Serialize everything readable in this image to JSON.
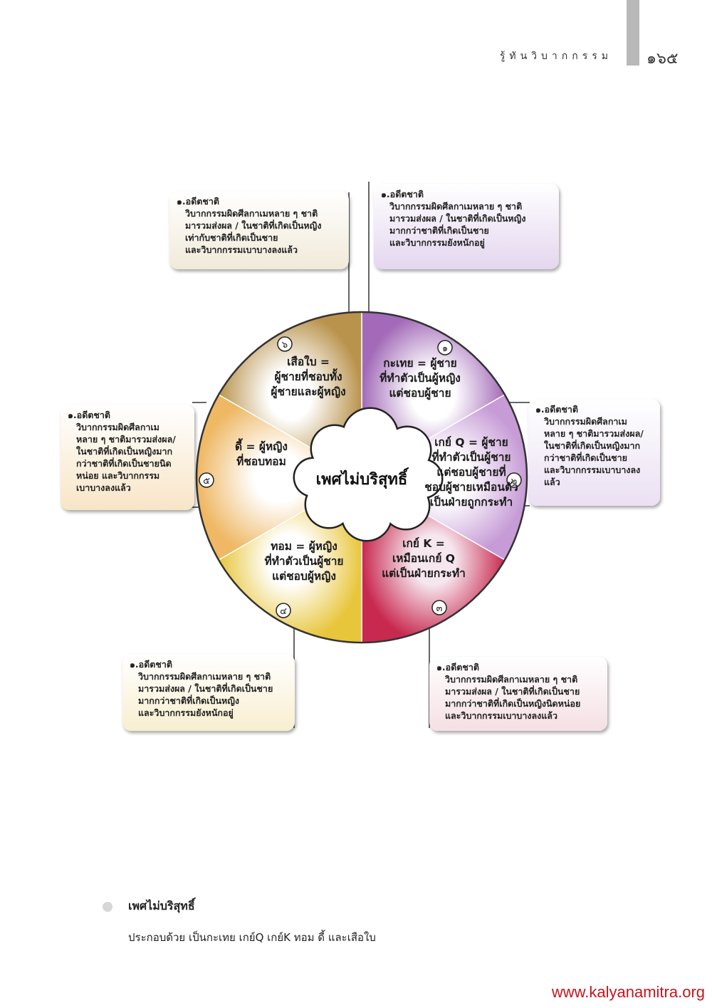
{
  "header": {
    "title": "รู้ทันวิบากกรรม",
    "page_number": "๑๖๕"
  },
  "diagram": {
    "center_label": "เพศไม่บริสุทธิ์",
    "segments": [
      {
        "number": "๑",
        "lines": [
          "กะเทย = ผู้ชาย",
          "ที่ทำตัวเป็นผู้หญิง",
          "แต่ชอบผู้ชาย"
        ],
        "color": "#b07bc0"
      },
      {
        "number": "๒",
        "lines": [
          "เกย์ Q = ผู้ชาย",
          "ที่ทำตัวเป็นผู้ชาย",
          "แต่ชอบผู้ชายที่",
          "ชอบผู้ชายเหมือนตัว",
          "เป็นฝ่ายถูกกระทำ"
        ],
        "color": "#c9a3d6"
      },
      {
        "number": "๓",
        "lines": [
          "เกย์ K =",
          "เหมือนเกย์ Q",
          "แต่เป็นฝ่ายกระทำ"
        ],
        "color": "#cf3f5e"
      },
      {
        "number": "๔",
        "lines": [
          "ทอม = ผู้หญิง",
          "ที่ทำตัวเป็นผู้ชาย",
          "แต่ชอบผู้หญิง"
        ],
        "color": "#ebcf4e"
      },
      {
        "number": "๕",
        "lines": [
          "ดี้ = ผู้หญิง",
          "ที่ชอบทอม"
        ],
        "color": "#f1c27a"
      },
      {
        "number": "๖",
        "lines": [
          "เสือใบ =",
          "ผู้ชายที่ชอบทั้ง",
          "ผู้ชายและผู้หญิง"
        ],
        "color": "#c2a05a"
      }
    ],
    "boxes": [
      {
        "heading": "๑.อดีตชาติ",
        "body": "วิบากกรรมผิดศีลกาเมหลาย ๆ ชาติ\nมารวมส่งผล / ในชาติที่เกิดเป็นหญิง\nมากกว่าชาติที่เกิดเป็นชาย\nและวิบากกรรมยังหนักอยู่",
        "color": "#e4d6ef"
      },
      {
        "heading": "๑.อดีตชาติ",
        "body": "วิบากกรรมผิดศีลกาเม\nหลาย ๆ ชาติมารวมส่งผล/\nในชาติที่เกิดเป็นหญิงมาก\nกว่าชาติที่เกิดเป็นชาย\nและวิบากกรรมเบาบางลง\nแล้ว",
        "color": "#ebe0f3"
      },
      {
        "heading": "๑.อดีตชาติ",
        "body": "วิบากกรรมผิดศีลกาเมหลาย ๆ ชาติ\nมารวมส่งผล / ในชาติที่เกิดเป็นชาย\nมากกว่าชาติที่เกิดเป็นหญิงนิดหน่อย\nและวิบากกรรมเบาบางลงแล้ว",
        "color": "#f5dfe4"
      },
      {
        "heading": "๑.อดีตชาติ",
        "body": "วิบากกรรมผิดศีลกาเมหลาย ๆ ชาติ\nมารวมส่งผล / ในชาติที่เกิดเป็นชาย\nมากกว่าชาติที่เกิดเป็นหญิง\nและวิบากกรรมยังหนักอยู่",
        "color": "#f8efcf"
      },
      {
        "heading": "๑.อดีตชาติ",
        "body": "วิบากกรรมผิดศีลกาเม\nหลาย ๆ ชาติมารวมส่งผล/\nในชาติที่เกิดเป็นหญิงมาก\nกว่าชาติที่เกิดเป็นชายนิด\nหน่อย และวิบากกรรม\nเบาบางลงแล้ว",
        "color": "#f8e5c7"
      },
      {
        "heading": "๑.อดีตชาติ",
        "body": "วิบากกรรมผิดศีลกาเมหลาย ๆ ชาติ\nมารวมส่งผล / ในชาติที่เกิดเป็นหญิง\nเท่ากับชาติที่เกิดเป็นชาย\nและวิบากกรรมเบาบางลงแล้ว",
        "color": "#f1ead9"
      }
    ]
  },
  "section": {
    "title": "เพศไม่บริสุทธิ์",
    "body": "ประกอบด้วย เป็นกะเทย เกย์Q เกย์K ทอม ดี้ และเสือใบ"
  },
  "footer": {
    "website": "www.kalyanamitra.org"
  }
}
